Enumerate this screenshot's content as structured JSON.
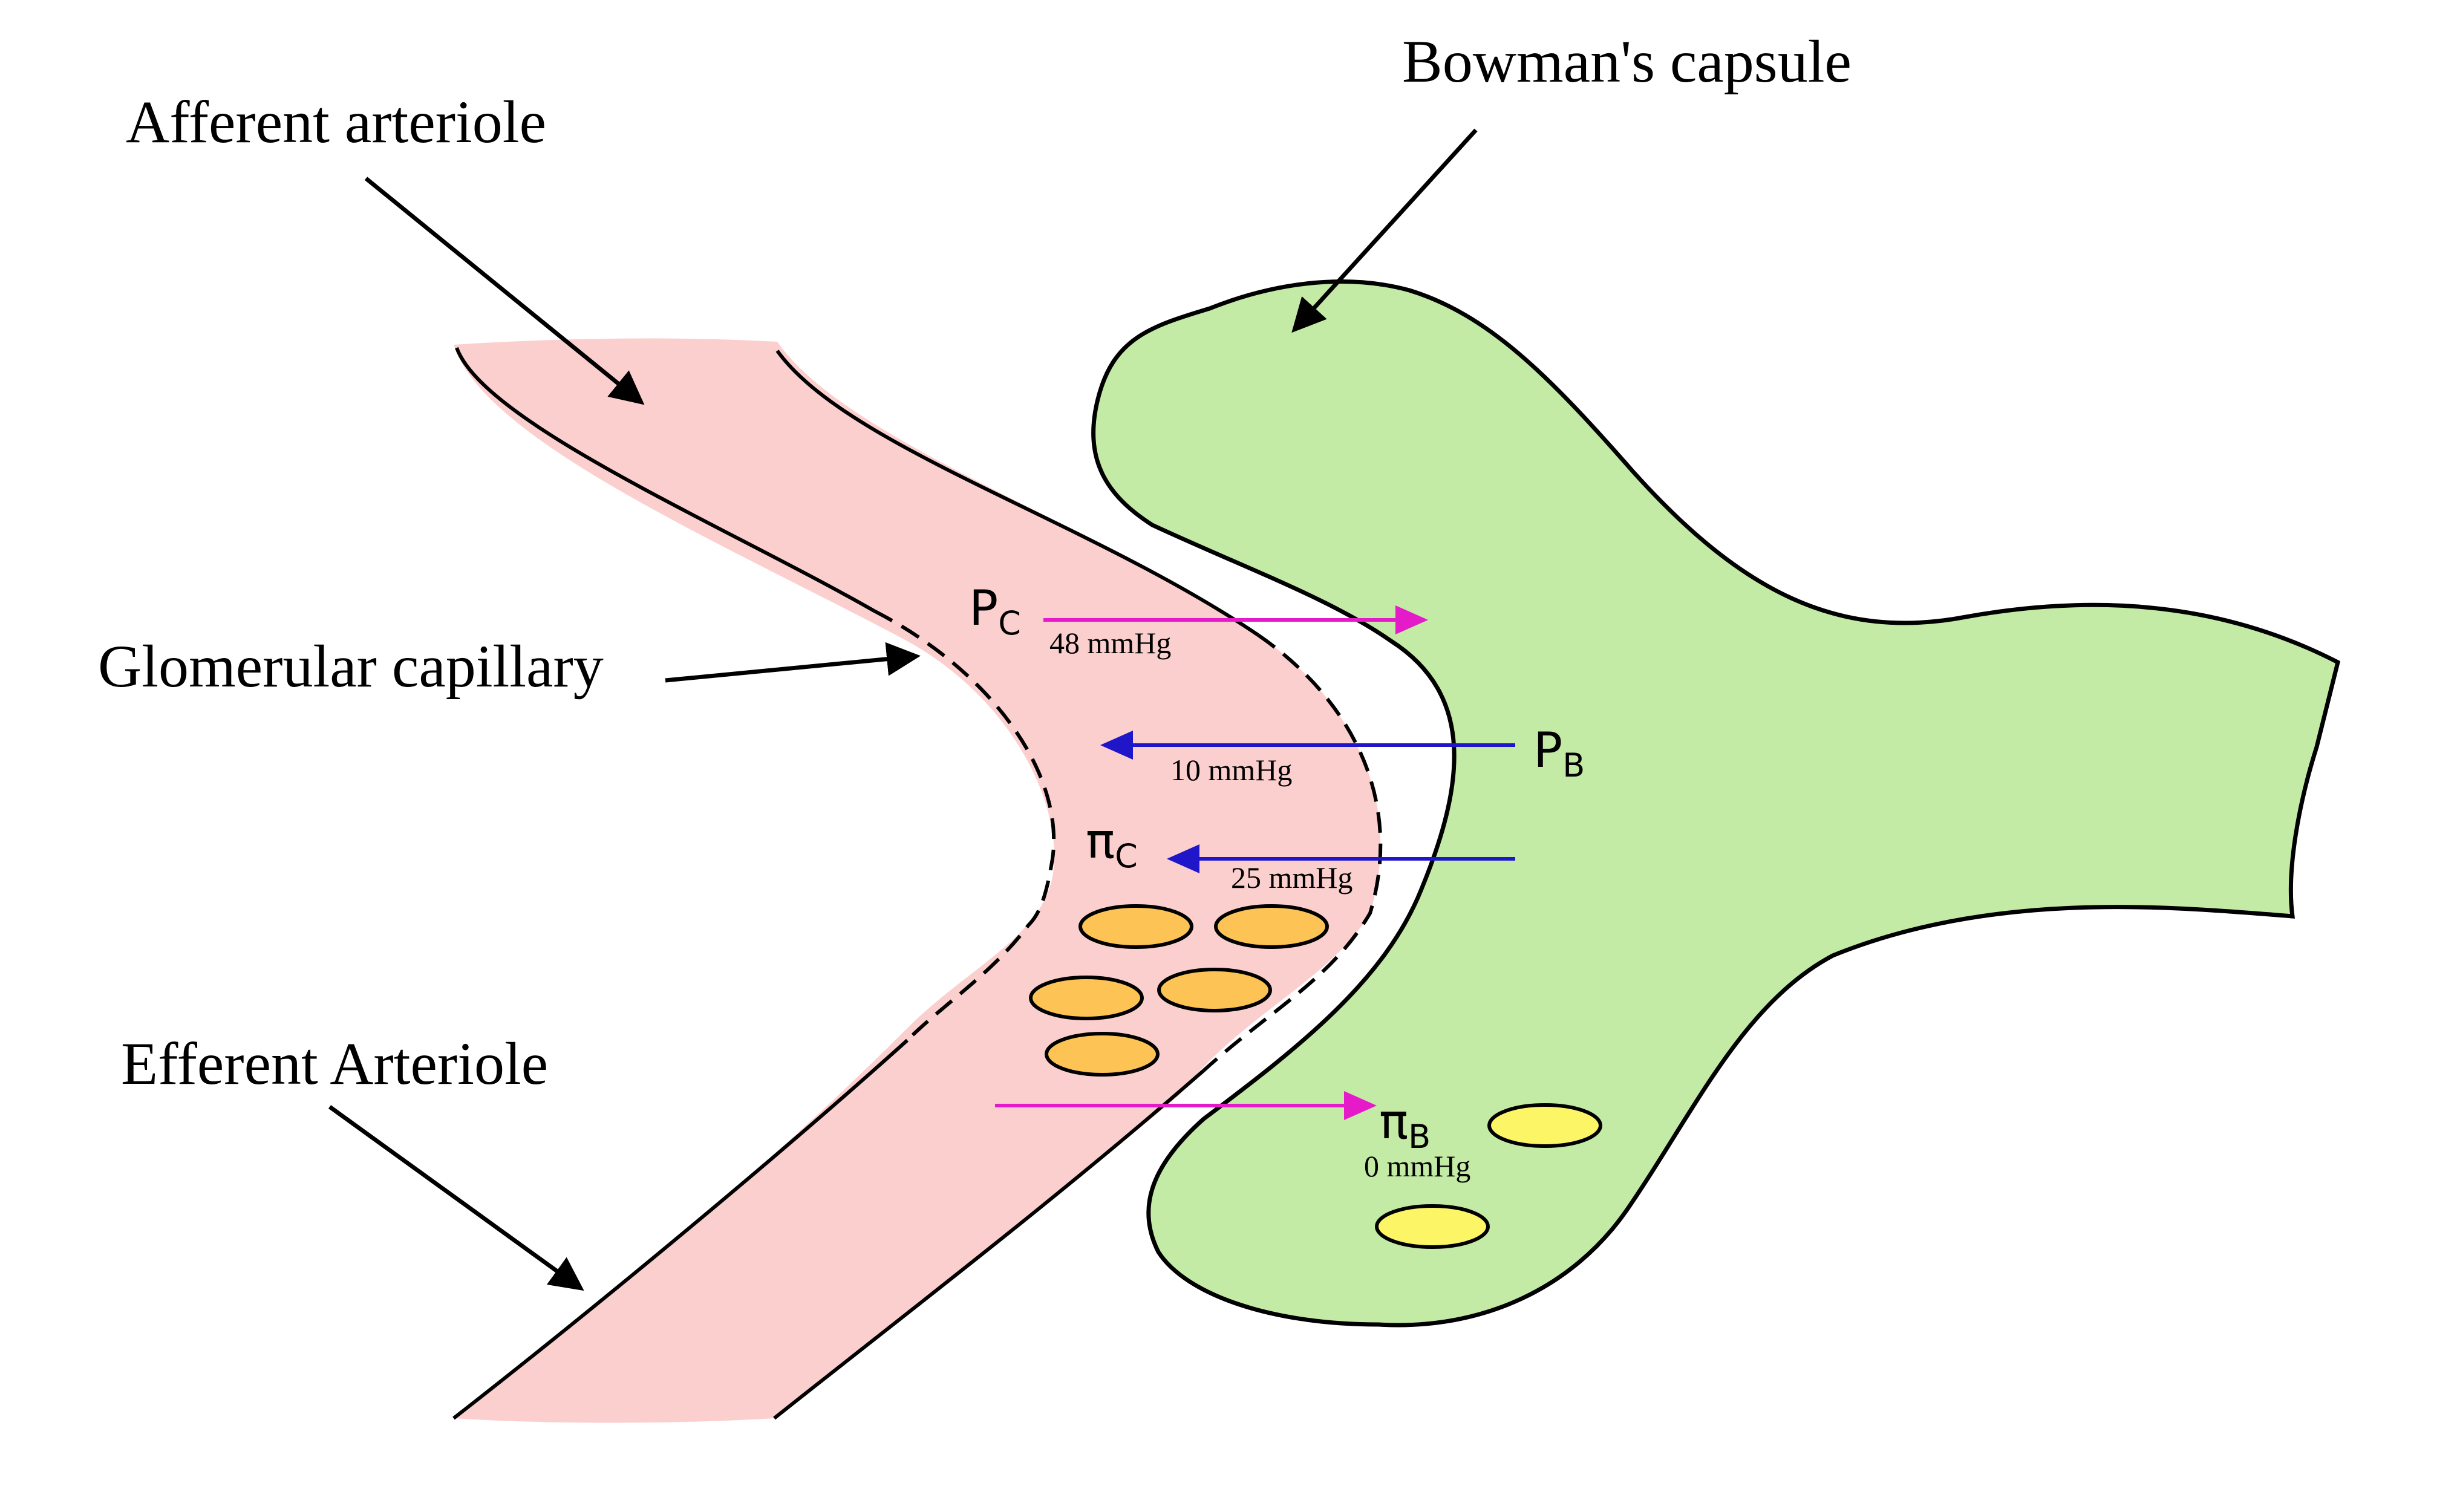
{
  "labels": {
    "afferent": "Afferent arteriole",
    "bowman": "Bowman's capsule",
    "glomerular": "Glomerular capillary",
    "efferent": "Efferent Arteriole"
  },
  "forces": {
    "pc": {
      "symbol": "P",
      "sub": "C",
      "value": "48 mmHg"
    },
    "pb": {
      "symbol": "P",
      "sub": "B",
      "value": "10 mmHg"
    },
    "pic": {
      "symbol": "π",
      "sub": "C",
      "value": "25 mmHg"
    },
    "pib": {
      "symbol": "π",
      "sub": "B",
      "value": "0 mmHg"
    }
  },
  "colors": {
    "vessel": "#fccfcf",
    "capsule": "#c3eba5",
    "outward_arrow": "#e51bc9",
    "inward_arrow": "#2016c9",
    "blood_cell": "#fdc355",
    "filtrate_particle": "#fcf566",
    "outline": "#000000"
  }
}
